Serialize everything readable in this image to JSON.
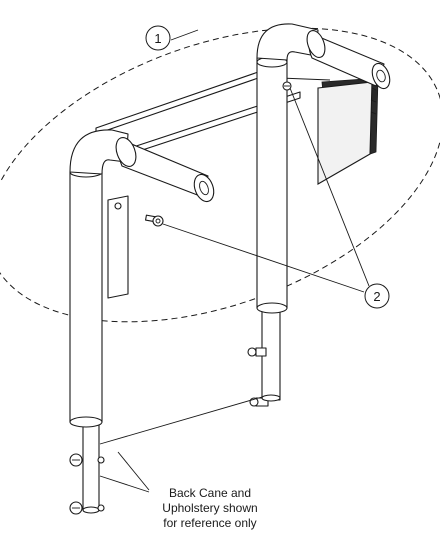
{
  "callouts": [
    {
      "id": "1",
      "label": "1"
    },
    {
      "id": "2",
      "label": "2"
    }
  ],
  "note": {
    "lines": [
      "Back Cane and",
      "Upholstery shown",
      "for reference only"
    ]
  }
}
